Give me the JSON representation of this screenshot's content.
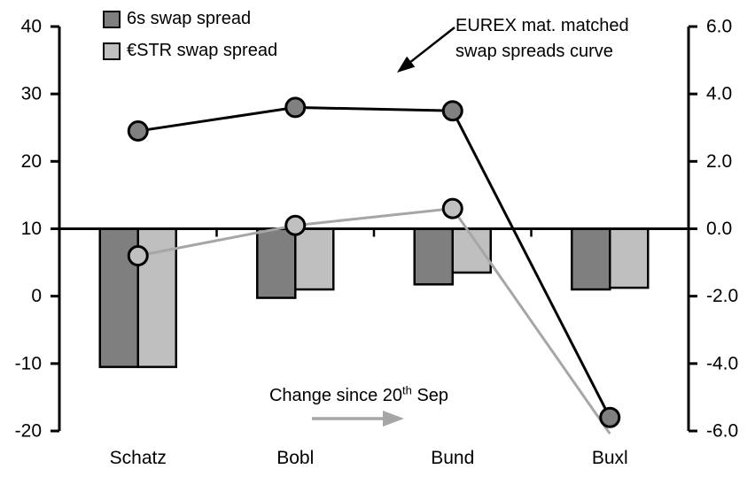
{
  "chart_data": {
    "type": "combo (bar + line, dual axis)",
    "categories": [
      "Schatz",
      "Bobl",
      "Bund",
      "Buxl"
    ],
    "left_axis": {
      "ticks": [
        "40",
        "30",
        "20",
        "10",
        "0",
        "-10",
        "-20"
      ],
      "min": -20,
      "max": 40
    },
    "right_axis": {
      "ticks": [
        "6.0",
        "4.0",
        "2.0",
        "0.0",
        "-2.0",
        "-4.0",
        "-6.0"
      ],
      "min": -6,
      "max": 6
    },
    "grid": "off",
    "line_series": [
      {
        "name": "6s swap spread (EUREX mat. matched curve)",
        "axis": "left",
        "color": "#000000",
        "marker_fill": "#808080",
        "values": [
          24.5,
          28.0,
          27.5,
          -18.0
        ],
        "markers": [
          true,
          true,
          true,
          true
        ]
      },
      {
        "name": "€STR swap spread (EUREX mat. matched curve)",
        "axis": "left",
        "color": "#a6a6a6",
        "marker_fill": "#c0c0c0",
        "values": [
          6.0,
          10.5,
          13.0,
          -20.4
        ],
        "markers": [
          true,
          true,
          true,
          false
        ]
      }
    ],
    "bar_series": [
      {
        "name": "6s swap spread",
        "axis": "right",
        "fill": "#7f7f7f",
        "values": [
          -4.1,
          -2.05,
          -1.65,
          -1.8
        ]
      },
      {
        "name": "€STR swap spread",
        "axis": "right",
        "fill": "#bfbfbf",
        "values": [
          -4.1,
          -1.8,
          -1.3,
          -1.75
        ]
      }
    ],
    "legend": {
      "position": "top-left-inside",
      "items": [
        {
          "label": "6s swap spread",
          "fill": "#7f7f7f"
        },
        {
          "label": "€STR swap spread",
          "fill": "#bfbfbf"
        }
      ]
    },
    "annotations": {
      "curve_label": {
        "line1": "EUREX mat. matched",
        "line2": "swap spreads curve",
        "arrow": "black, points down-left to the black curve"
      },
      "change_label": {
        "prefix": "Change since 20",
        "sup": "th",
        "suffix": " Sep",
        "arrow": "gray, points right, refers to the bars"
      }
    }
  }
}
